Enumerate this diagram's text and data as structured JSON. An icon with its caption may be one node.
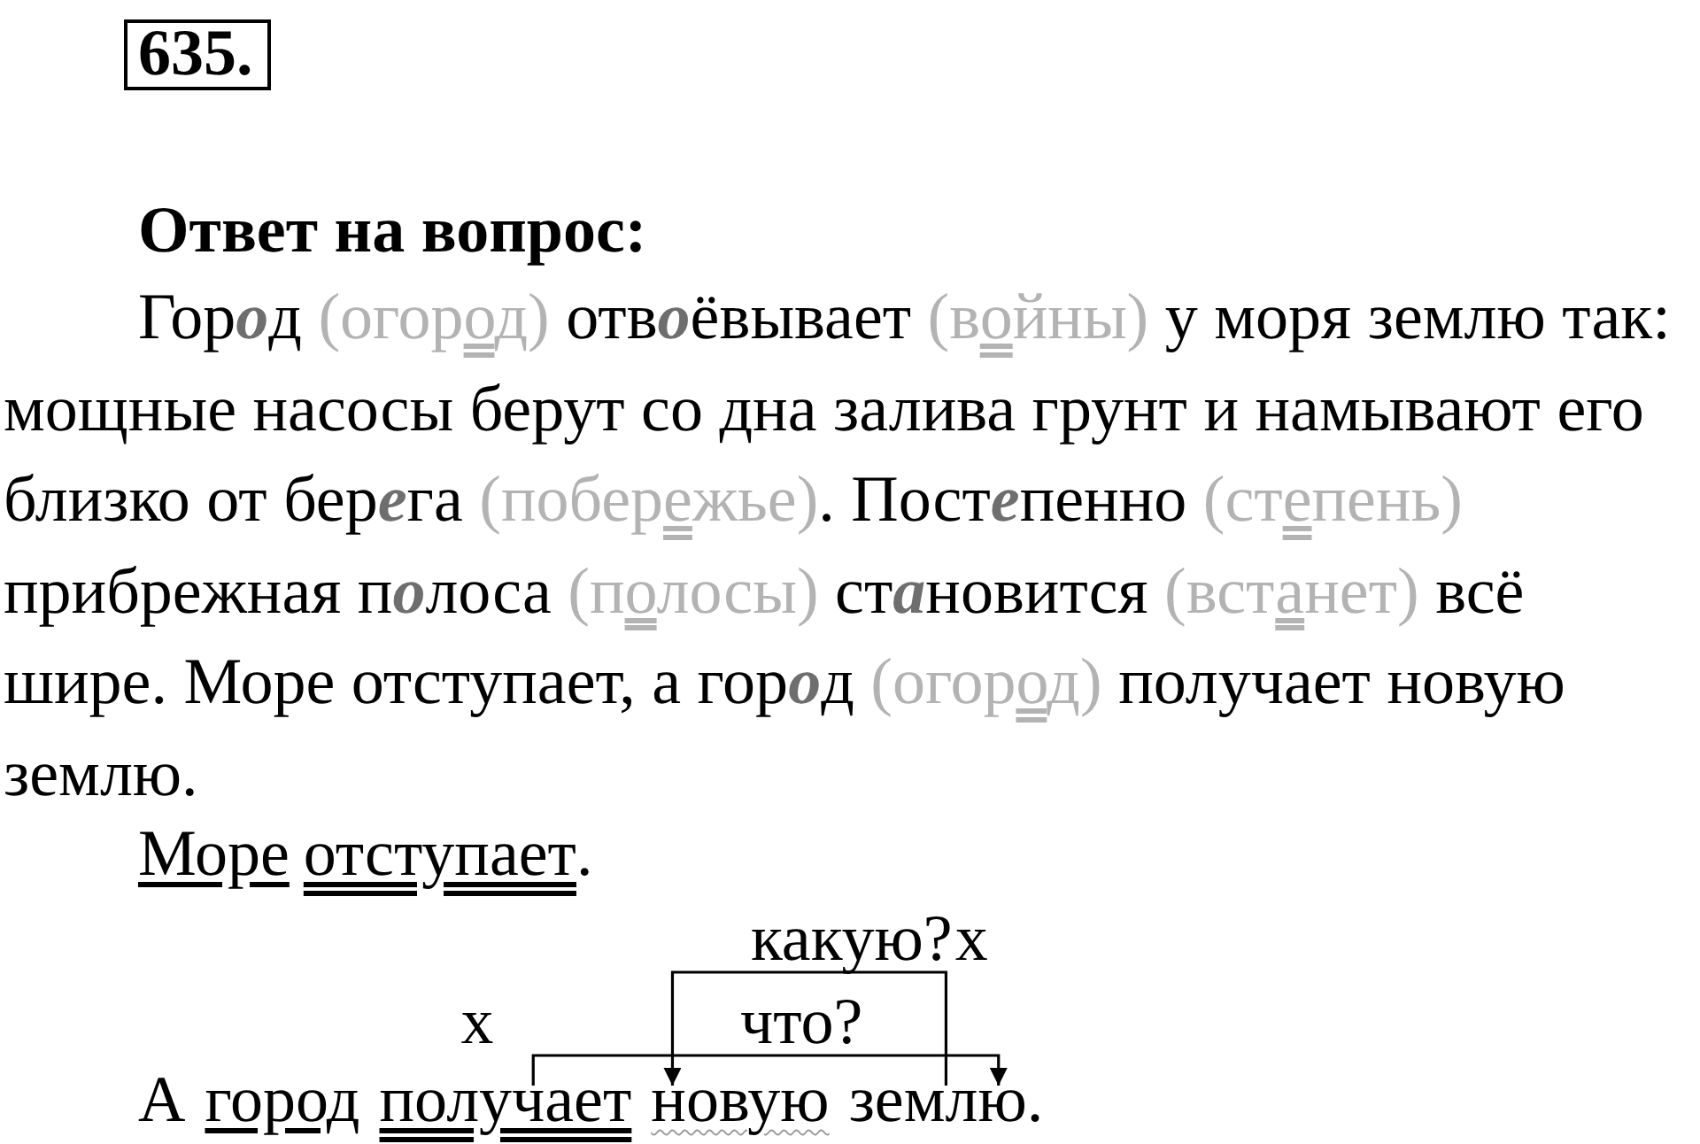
{
  "diagram": {
    "nodes": [
      {
        "text": [
          "635."
        ]
      },
      {
        "text": [
          "А"
        ]
      },
      {
        "text": [
          "город"
        ]
      },
      {
        "text": [
          "получает"
        ],
        "beside": [
          "x"
        ]
      },
      {
        "text": [
          "новую"
        ]
      },
      {
        "text": [
          "землю."
        ],
        "beside": [
          "x"
        ]
      }
    ],
    "edges": [
      {
        "from": 3,
        "to": 5,
        "arrow": "to",
        "label": "что?"
      },
      {
        "from": 5,
        "to": 4,
        "arrow": "to",
        "label": "какую?"
      }
    ],
    "labels": [
      "Ответ на вопрос:",
      "Гор**о**д",
      "(огор**о**д)",
      "отв**о**ёвывает",
      "(в**о**йны)",
      "у моря землю так: мощные насосы берут со дна залива грунт и намывают его близко от бер**е**га",
      "(побер**е**жье)",
      ". Пост**е**пенно",
      "(ст**е**пень)",
      "прибрежная п**о**лоса",
      "(п**о**лосы)",
      "ст**а**новится",
      "(вст**а**нет)",
      "всё шире. Море отступает, а гор**о**д",
      "(огор**о**д)",
      "получает новую землю.",
      "Море",
      "отступает",
      "."
    ]
  }
}
